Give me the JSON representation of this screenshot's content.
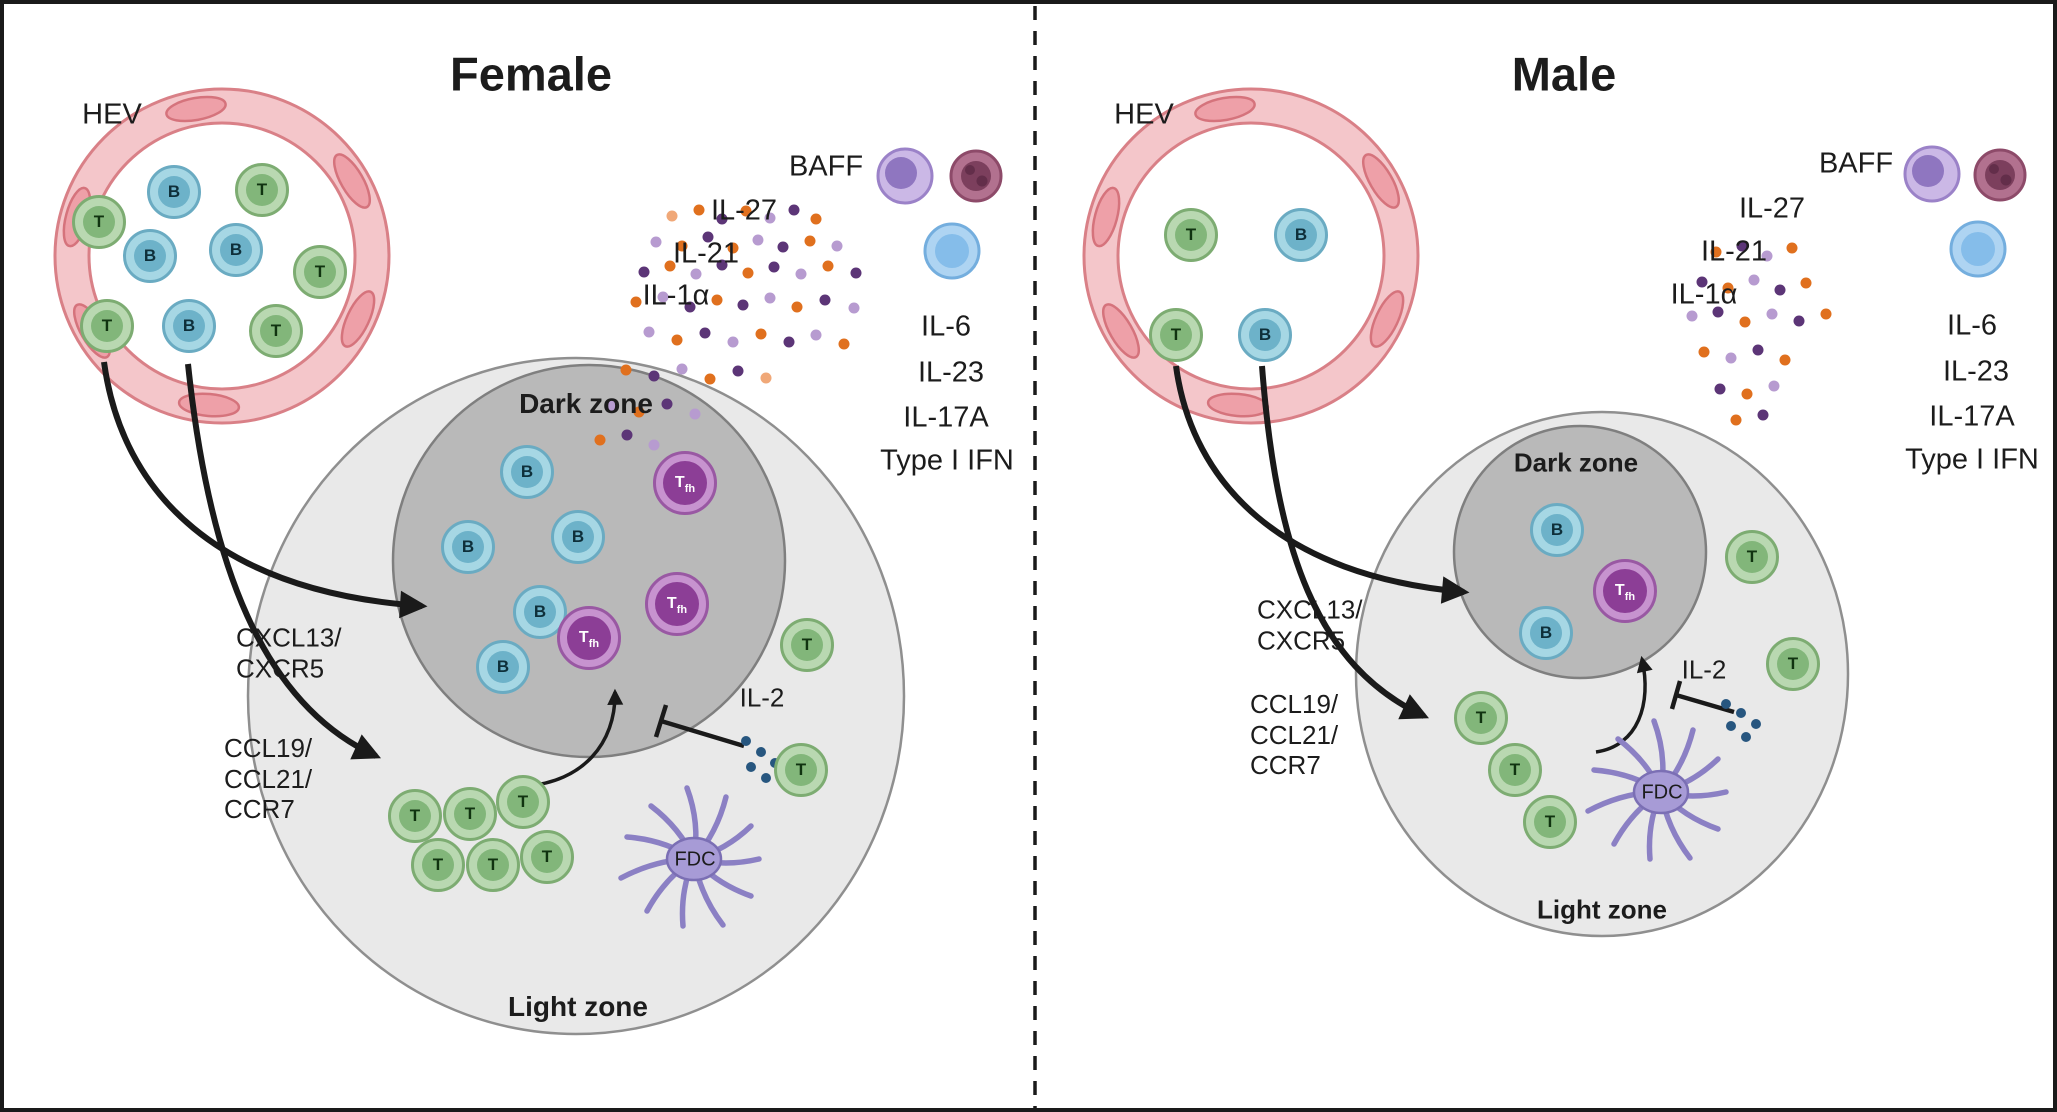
{
  "figure": {
    "left_title": "Female",
    "right_title": "Male"
  },
  "labels": {
    "hev": "HEV",
    "dark_zone": "Dark zone",
    "light_zone": "Light zone",
    "fdc": "FDC",
    "il2": "IL-2",
    "cxcl13": [
      "CXCL13/",
      "CXCR5"
    ],
    "ccl19": [
      "CCL19/",
      "CCL21/",
      "CCR7"
    ]
  },
  "cytokines": [
    "BAFF",
    "IL-27",
    "IL-21",
    "IL-1α",
    "IL-6",
    "IL-23",
    "IL-17A",
    "Type I IFN"
  ],
  "cells": {
    "b": "B",
    "t": "T",
    "tfh_main": "T",
    "tfh_sub": "fh"
  },
  "colors": {
    "b_cell": "#a6d7e4",
    "b_nucleus": "#6db2c9",
    "t_cell": "#b9d8b1",
    "t_nucleus": "#82b67a",
    "tfh_cell": "#c793cf",
    "tfh_nucleus": "#8c3e96",
    "hev_wall": "#f4c6ca",
    "hev_outline": "#d98087",
    "dark_zone_fill": "#b9b9b9",
    "light_zone_fill": "#e9e9e9",
    "fdc_color": "#8b80c4",
    "cytokine_dot_orange": "#e0701e",
    "cytokine_dot_purple": "#5c3577",
    "cytokine_dot_lavender": "#b79bd0",
    "il2_dot_blue": "#27567f"
  }
}
